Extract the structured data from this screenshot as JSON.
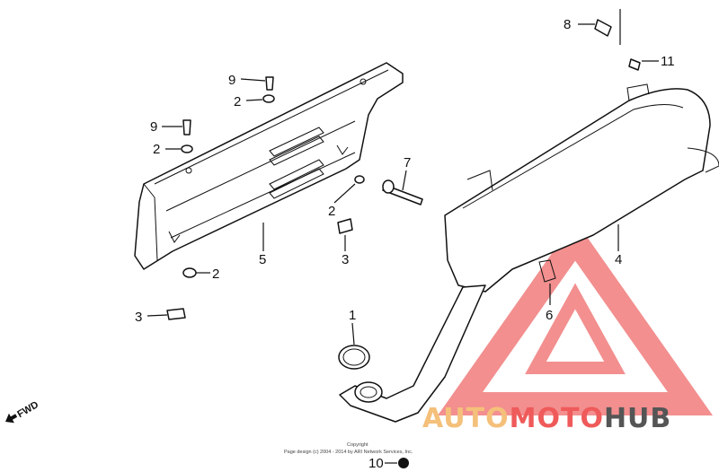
{
  "callouts": [
    {
      "id": "c-8",
      "text": "8"
    },
    {
      "id": "c-11",
      "text": "11"
    },
    {
      "id": "c-9a",
      "text": "9"
    },
    {
      "id": "c-2a",
      "text": "2"
    },
    {
      "id": "c-9b",
      "text": "9"
    },
    {
      "id": "c-2b",
      "text": "2"
    },
    {
      "id": "c-7",
      "text": "7"
    },
    {
      "id": "c-2c",
      "text": "2"
    },
    {
      "id": "c-3a",
      "text": "3"
    },
    {
      "id": "c-5",
      "text": "5"
    },
    {
      "id": "c-2d",
      "text": "2"
    },
    {
      "id": "c-3b",
      "text": "3"
    },
    {
      "id": "c-4",
      "text": "4"
    },
    {
      "id": "c-6",
      "text": "6"
    },
    {
      "id": "c-1",
      "text": "1"
    },
    {
      "id": "c-10",
      "text": "10"
    }
  ],
  "fwd_label": "FWD",
  "copyright": {
    "line1": "Copyright",
    "line2": "Page design (c) 2004 - 2014 by ARI Network Services, Inc."
  },
  "watermark": {
    "part1": "AUTO",
    "part2": "MOTO",
    "part3": "HUB",
    "color_light": "#f4c07a",
    "color_red": "#ef5a5a",
    "color_dark": "#555555"
  }
}
